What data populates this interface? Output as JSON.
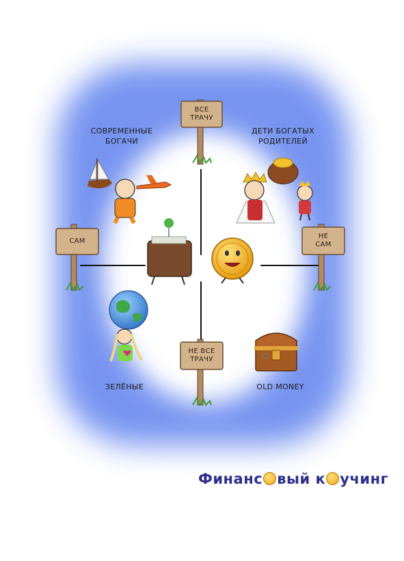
{
  "quadrants": {
    "top_left": "СОВРЕМЕННЫЕ\nБОГАЧИ",
    "top_right": "ДЕТИ БОГАТЫХ\nРОДИТЕЛЕЙ",
    "bottom_left": "ЗЕЛЁНЫЕ",
    "bottom_right": "OLD MONEY"
  },
  "signs": {
    "top": "ВСЕ\nТРАЧУ",
    "bottom": "НЕ ВСЕ\nТРАЧУ",
    "left": "САМ",
    "right": "НЕ\nСАМ"
  },
  "logo": {
    "part1": "Финанс",
    "part2": "вый к",
    "part3": "учинг"
  },
  "colors": {
    "cloud": "#6f8ff0",
    "wood": "#c4a27c",
    "wood_dark": "#8a6a48",
    "axis": "#111111",
    "logo": "#2d2e8c",
    "coin": "#f2b51d"
  }
}
